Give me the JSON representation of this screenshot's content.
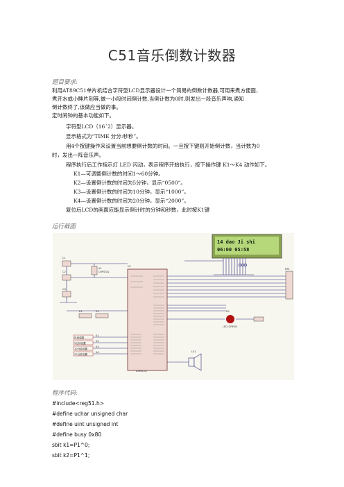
{
  "doc": {
    "title": "C51音乐倒数计数器",
    "req_heading": "题目要求:",
    "req_lines": [
      "利用AT89C51单片机结合字符型LCD显示器设计一个简易的倒数计数器,可用来煮方便面、",
      "煮开水或小睡片刻等,做一小段时间倒计数,当倒计数为0时,则发出一段音乐声响,通知",
      "倒计数终了,该做应当做的事。",
      "定时闹钟的基本功能如下。"
    ],
    "func_lines": [
      "字符型LCD（16´2）显示器。",
      "显示格式为“TIME 分分:秒秒”。",
      "用4个按键操作来设置当前想要倒计数的时间。一旦按下键则开始倒计数，当计数为0",
      "时，发出一阵音乐声。",
      "程序执行后工作指示灯 LED 闪动，表示程序开始执行，按下操作键 K1～K4 动作如下。"
    ],
    "key_lines": [
      "K1—可调整倒计数的时间1～60分钟。",
      "K2—设置倒计数的时间为5分钟，显示“0500”。",
      "K3—设置倒计数的时间为10分钟，显示“1000”。",
      "K4—设置倒计数的时间为20分钟，显示“2000”。"
    ],
    "reset_line": "复位后LCD的画面应能显示倒计时的分钟和秒数，此时按K1键",
    "fig_heading": "运行截图",
    "code_heading": "程序代码:",
    "code_lines": [
      "#include<reg51.h>",
      "#define uchar unsigned char",
      "#define uint unsigned int",
      "#define busy 0x80",
      "sbit k1=P1^0;",
      "sbit k2=P1^1;"
    ]
  },
  "schematic": {
    "lcd_line1": "14 dao Ji shi",
    "lcd_line2": "06:00 05:58",
    "chip_label": "U1",
    "chip_part": "AT89C51",
    "led_label": "D1",
    "led_part": "LED-GREEN",
    "speaker_label": "LS1",
    "crystal_label": "X1",
    "crystal_part": "CRYSTAL",
    "c1": "C1",
    "c2": "C2",
    "c3": "C3",
    "r1": "R1",
    "r2": "R2",
    "rp1": "RP1",
    "buttons": [
      "K1",
      "K2",
      "K3",
      "K4"
    ],
    "button_tags": [
      "时间调整",
      "5分钟设置",
      "10分钟设置",
      "20分钟设置"
    ],
    "colors": {
      "background": "#f7f6ef",
      "wire": "#2a2a7a",
      "chip": "#f0d8d2",
      "lcd": "#b6d77a",
      "led": "#b01010"
    }
  }
}
